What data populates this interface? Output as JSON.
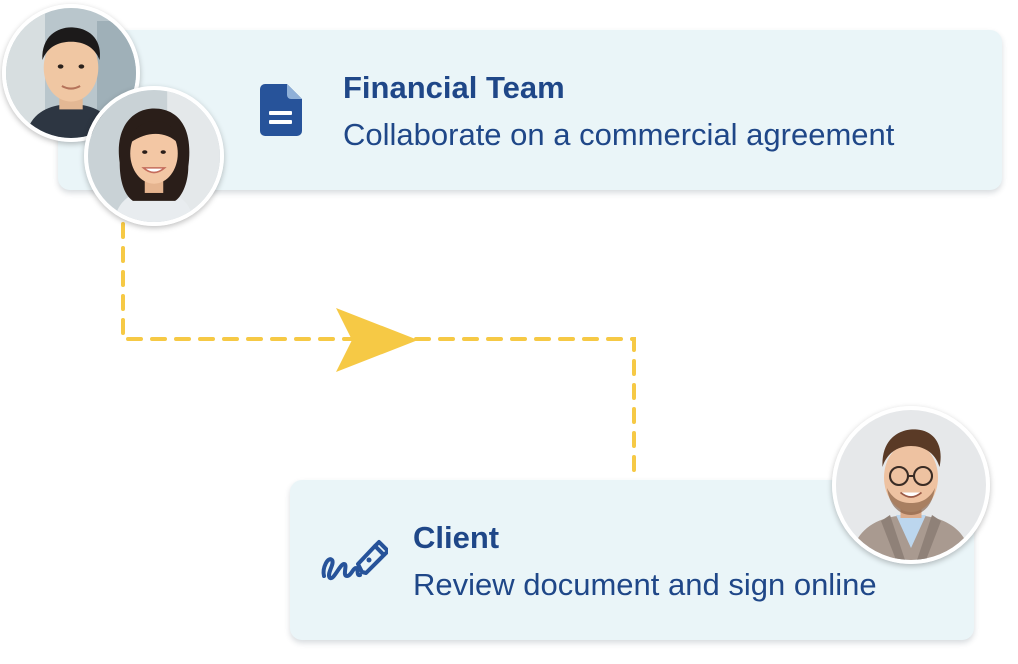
{
  "financial_card": {
    "title": "Financial Team",
    "subtitle": "Collaborate on a commercial agreement",
    "icon": "document-icon"
  },
  "client_card": {
    "title": "Client",
    "subtitle": "Review document and sign online",
    "icon": "signature-pen-icon"
  },
  "connector": {
    "style": "dashed",
    "arrow_icon": "paper-plane-icon"
  },
  "avatars": [
    {
      "role": "financial-team-member",
      "icon": "man-portrait"
    },
    {
      "role": "financial-team-member",
      "icon": "woman-portrait"
    },
    {
      "role": "client",
      "icon": "man-with-glasses-portrait"
    }
  ],
  "colors": {
    "card_background": "#eaf5f8",
    "text_primary": "#1f4788",
    "connector": "#f6c945",
    "icon": "#27539a"
  }
}
